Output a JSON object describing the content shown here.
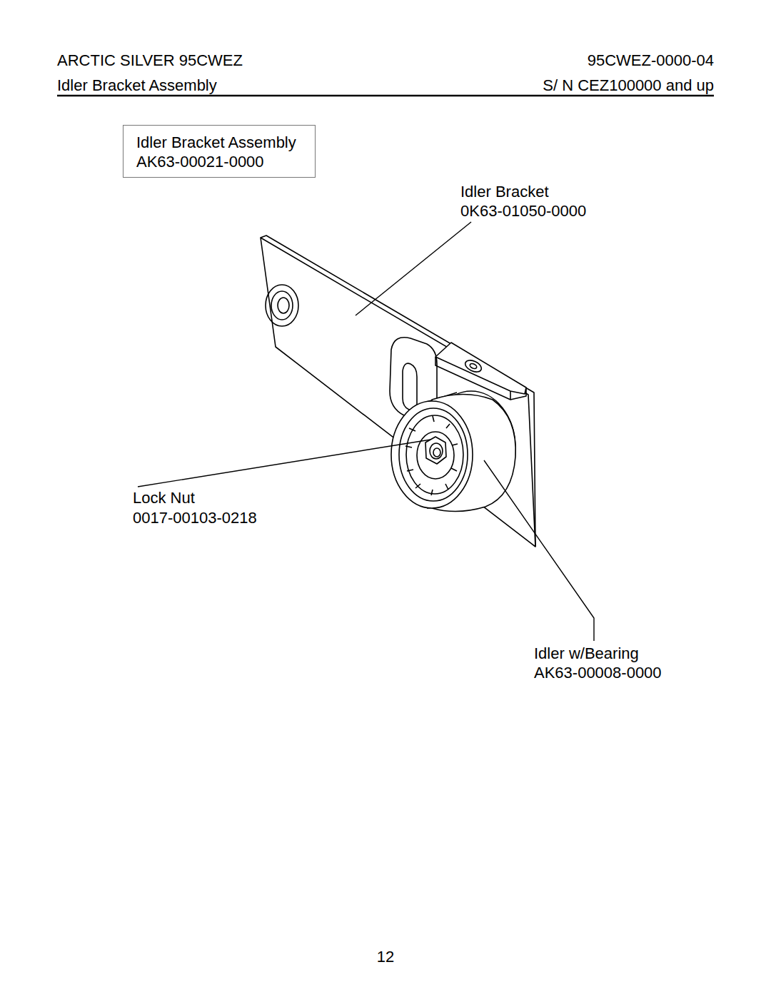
{
  "diagram": {
    "nodes": [
      {
        "text": [
          "Idler Bracket Assembly",
          "AK63-00021-0000"
        ]
      }
    ],
    "edges": [],
    "labels": [
      "ARCTIC SILVER 95CWEZ",
      "95CWEZ-0000-04",
      "Idler Bracket Assembly",
      "S/ N CEZ100000 and up",
      "Idler Bracket",
      "0K63-01050-0000",
      "Lock Nut",
      "0017-00103-0218",
      "Idler w/Bearing",
      "AK63-00008-0000",
      "12"
    ]
  }
}
